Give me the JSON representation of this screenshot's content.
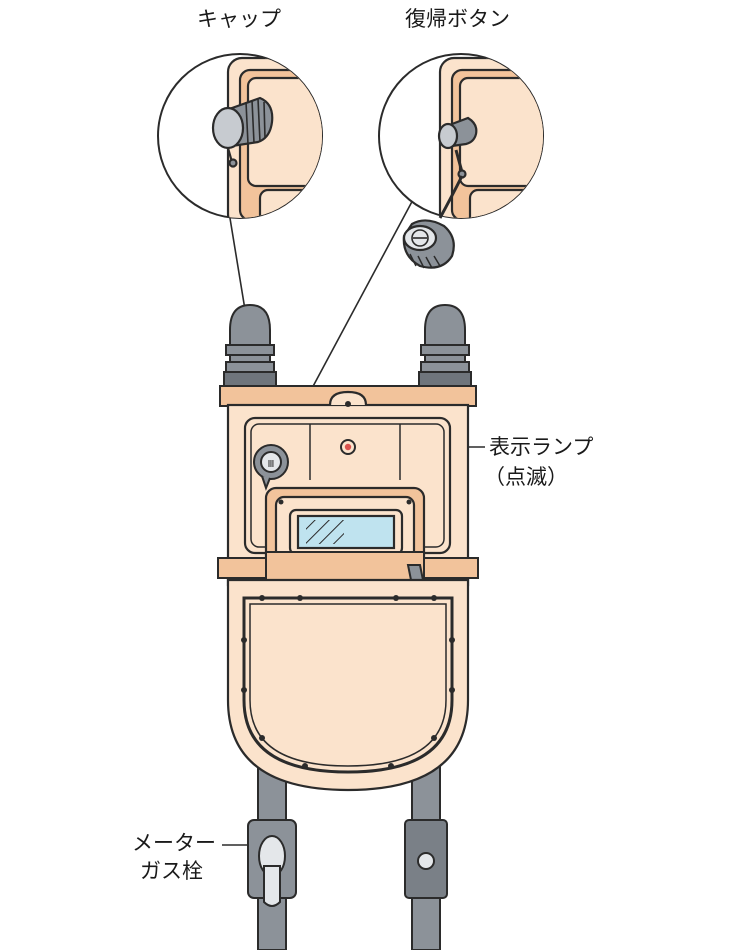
{
  "labels": {
    "cap": "キャップ",
    "reset_button": "復帰ボタン",
    "indicator_lamp_line1": "表示ランプ",
    "indicator_lamp_line2": "（点滅）",
    "meter_valve_line1": "メーター",
    "meter_valve_line2": "ガス栓"
  },
  "colors": {
    "outline": "#2b2b2b",
    "meter_body": "#fbe3cc",
    "meter_frame": "#f2c39b",
    "pipe": "#8c9299",
    "pipe_dark": "#6f757c",
    "window_glass": "#bfe3ef",
    "lamp": "#d9534f",
    "valve_handle": "#e4e7ea"
  }
}
